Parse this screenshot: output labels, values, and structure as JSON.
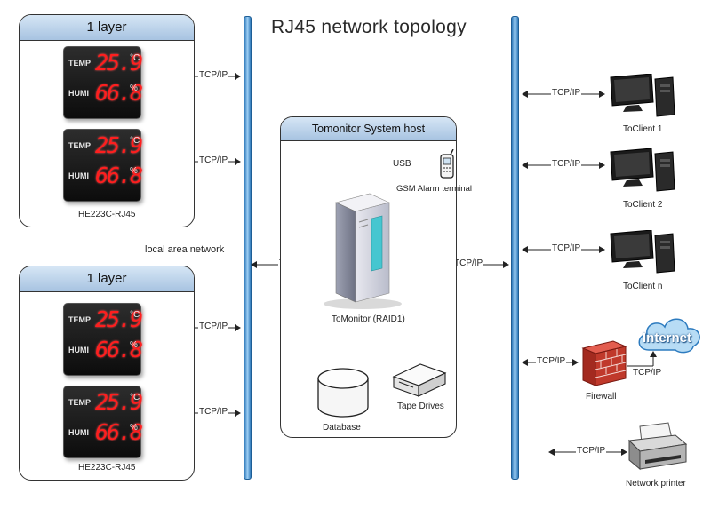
{
  "title": "RJ45 network topology",
  "layer_top": {
    "header": "1 layer",
    "caption": "HE223C-RJ45"
  },
  "layer_bottom": {
    "header": "1 layer",
    "caption": "HE223C-RJ45"
  },
  "display": {
    "temp_label": "TEMP",
    "temp_value": "25.9",
    "temp_unit": "°C",
    "humi_label": "HUMI",
    "humi_value": "66.8",
    "humi_unit": "%"
  },
  "lan_label": "local area network",
  "protocol": "TCP/IP",
  "host": {
    "header": "Tomonitor System host",
    "usb_label": "USB",
    "gsm_label": "GSM Alarm terminal",
    "server_label": "ToMonitor (RAID1)",
    "database_label": "Database",
    "tape_label": "Tape Drives"
  },
  "clients": [
    "ToClient 1",
    "ToClient 2",
    "ToClient n"
  ],
  "firewall_label": "Firewall",
  "internet_label": "Internet",
  "printer_label": "Network printer",
  "colors": {
    "bus": "#2f79b9",
    "header": "#a7c3e1",
    "led": "#ff1e1e",
    "firewall": "#c0392b"
  }
}
